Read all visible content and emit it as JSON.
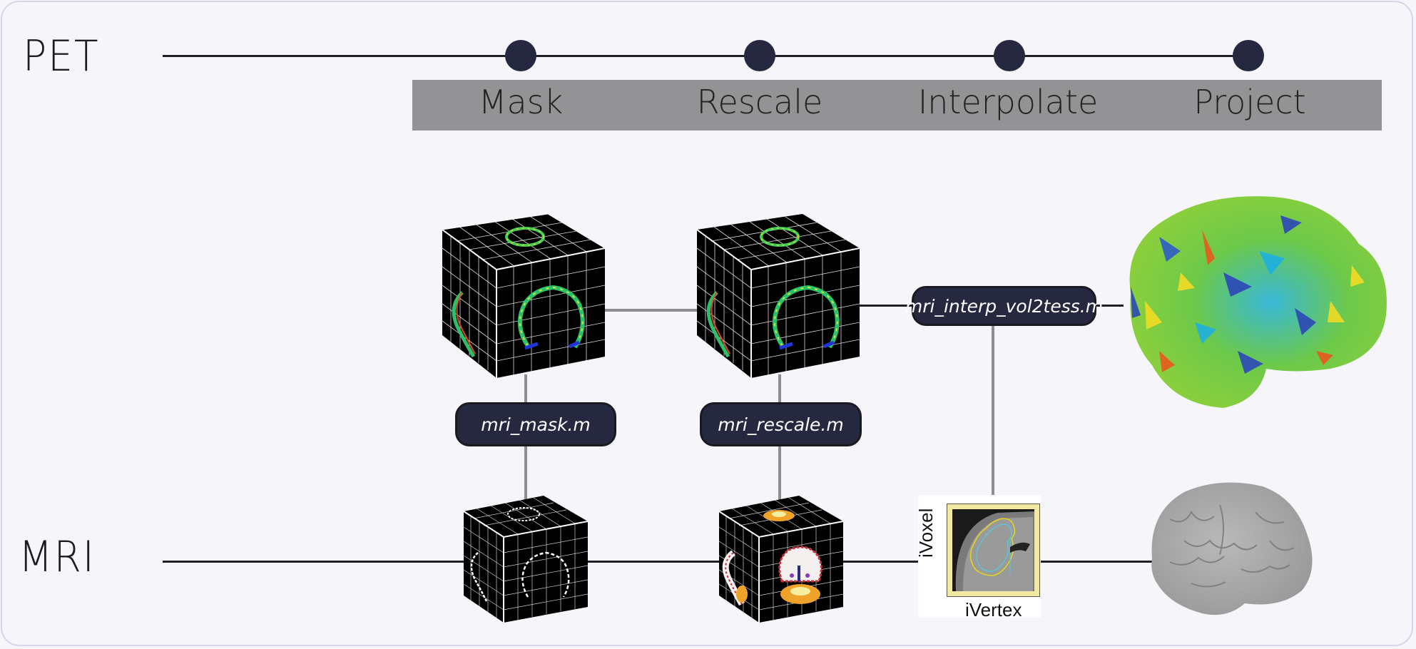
{
  "rows": {
    "pet": {
      "label": "PET"
    },
    "mri": {
      "label": "MRI"
    }
  },
  "stages": [
    {
      "label": "Mask"
    },
    {
      "label": "Rescale"
    },
    {
      "label": "Interpolate"
    },
    {
      "label": "Project"
    }
  ],
  "functions": {
    "mask": "mri_mask.m",
    "rescale": "mri_rescale.m",
    "interp": "mri_interp_vol2tess.m"
  },
  "interp_panel": {
    "axis_vertical": "iVoxel",
    "axis_horizontal": "iVertex"
  },
  "colors": {
    "background": "#f6f6fa",
    "panel_border": "#d6d4ea",
    "dot": "#262840",
    "band": "#939396",
    "pill": "#262840",
    "line_dark": "#1e1e24",
    "line_gray": "#8e8e90",
    "ivoxel_frame": "#f3e9a2"
  }
}
